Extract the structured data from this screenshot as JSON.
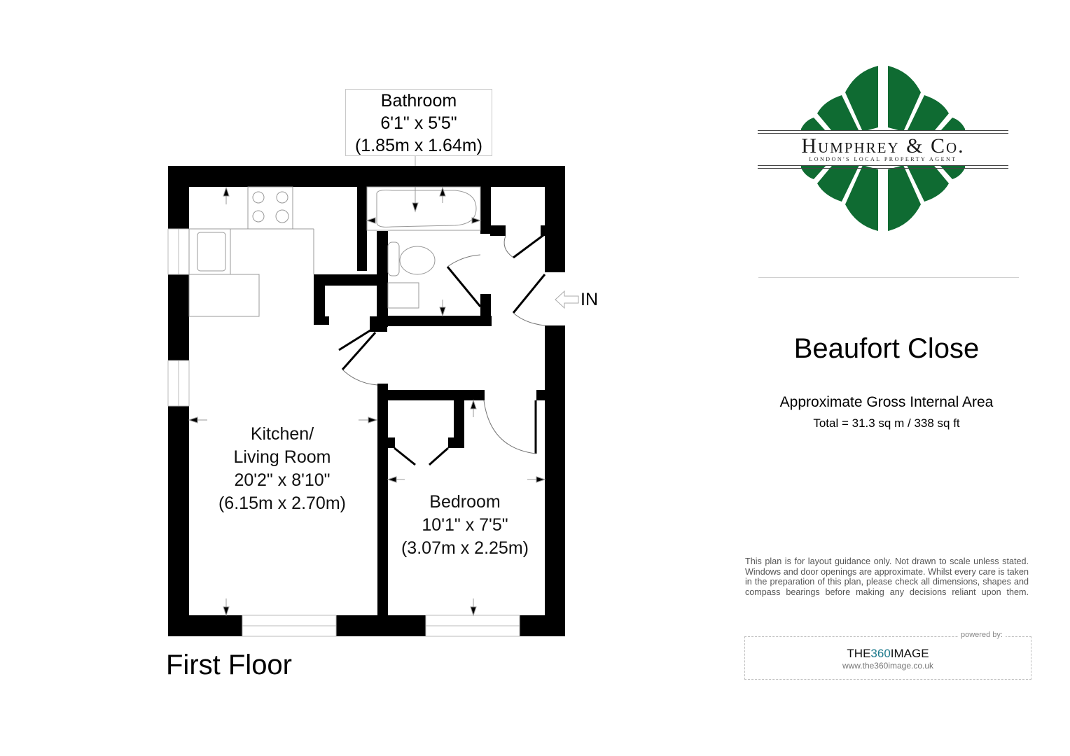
{
  "floor": {
    "title": "First Floor",
    "entrance_label": "IN",
    "rooms": [
      {
        "name": "Kitchen/",
        "name2": "Living Room",
        "imperial": "20'2\" x 8'10\"",
        "metric": "(6.15m x 2.70m)"
      },
      {
        "name": "Bedroom",
        "imperial": "10'1\" x 7'5\"",
        "metric": "(3.07m x 2.25m)"
      },
      {
        "name": "Bathroom",
        "imperial": "6'1\" x 5'5\"",
        "metric": "(1.85m x 1.64m)"
      }
    ]
  },
  "agent": {
    "name": "Humphrey & Co.",
    "tagline": "London's Local property agent",
    "brand_color": "#0f6b32"
  },
  "property": {
    "name": "Beaufort Close",
    "area_title": "Approximate Gross Internal Area",
    "area_total": "Total = 31.3 sq m / 338 sq ft"
  },
  "disclaimer": "This plan is for layout guidance only. Not drawn to scale unless stated. Windows and door openings are approximate. Whilst every care is taken in the preparation of this plan, please check all dimensions, shapes and compass bearings before making any decisions reliant upon them.",
  "footer": {
    "powered_by": "powered by:",
    "brand_pre": "THE",
    "brand_hl": "360",
    "brand_post": "IMAGE",
    "url": "www.the360image.co.uk"
  }
}
